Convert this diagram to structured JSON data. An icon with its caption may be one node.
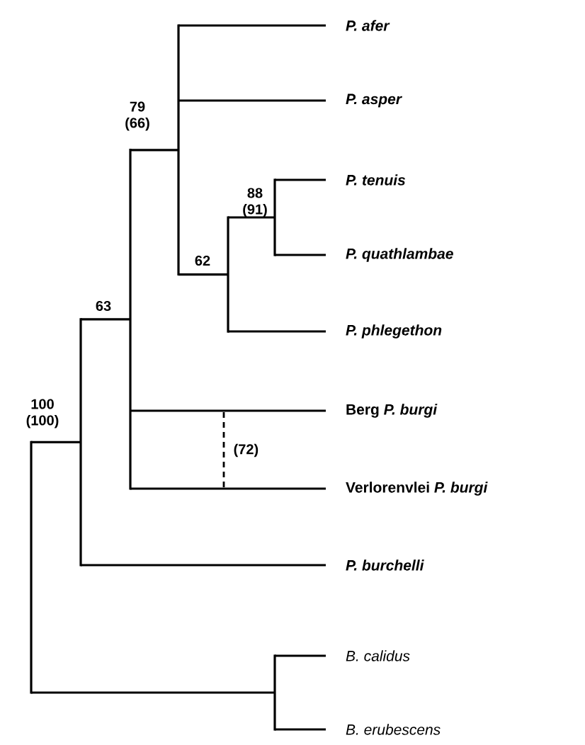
{
  "diagram": {
    "nodes": [
      {
        "text": [
          "P. afer"
        ]
      },
      {
        "text": [
          "P. asper"
        ]
      },
      {
        "text": [
          "P. tenuis"
        ]
      },
      {
        "text": [
          "P. quathlambae"
        ]
      },
      {
        "text": [
          "P. phlegethon"
        ]
      },
      {
        "text": [
          "Berg *P. burgi*"
        ]
      },
      {
        "text": [
          "Verlorenvlei *P. burgi*"
        ]
      },
      {
        "text": [
          "P. burchelli"
        ]
      },
      {
        "text": [
          "B. calidus"
        ]
      },
      {
        "text": [
          "B. erubescens"
        ]
      },
      {
        "text": [],
        "shape": "bar",
        "beside": [
          "88 (91)"
        ]
      },
      {
        "text": [],
        "shape": "bar",
        "beside": [
          "62"
        ]
      },
      {
        "text": [],
        "shape": "bar",
        "beside": [
          "79 (66)"
        ]
      },
      {
        "text": [],
        "shape": "bar",
        "beside": [
          "63"
        ]
      },
      {
        "text": [],
        "shape": "bar",
        "beside": [
          "100 (100)"
        ]
      },
      {
        "text": [],
        "shape": "bar"
      },
      {
        "text": [],
        "shape": "bar"
      }
    ],
    "edges": [
      {
        "from": 10,
        "to": 2,
        "arrow": "none"
      },
      {
        "from": 10,
        "to": 3,
        "arrow": "none"
      },
      {
        "from": 11,
        "to": 10,
        "arrow": "none"
      },
      {
        "from": 11,
        "to": 4,
        "arrow": "none"
      },
      {
        "from": 12,
        "to": 0,
        "arrow": "none"
      },
      {
        "from": 12,
        "to": 1,
        "arrow": "none"
      },
      {
        "from": 12,
        "to": 11,
        "arrow": "none"
      },
      {
        "from": 13,
        "to": 12,
        "arrow": "none"
      },
      {
        "from": 13,
        "to": 5,
        "arrow": "none"
      },
      {
        "from": 13,
        "to": 6,
        "arrow": "none"
      },
      {
        "from": 14,
        "to": 13,
        "arrow": "none"
      },
      {
        "from": 14,
        "to": 7,
        "arrow": "none"
      },
      {
        "from": 16,
        "to": 8,
        "arrow": "none"
      },
      {
        "from": 16,
        "to": 9,
        "arrow": "none"
      },
      {
        "from": 15,
        "to": 14,
        "arrow": "none"
      },
      {
        "from": 15,
        "to": 16,
        "arrow": "none"
      }
    ],
    "labels": [
      "(72)"
    ]
  }
}
